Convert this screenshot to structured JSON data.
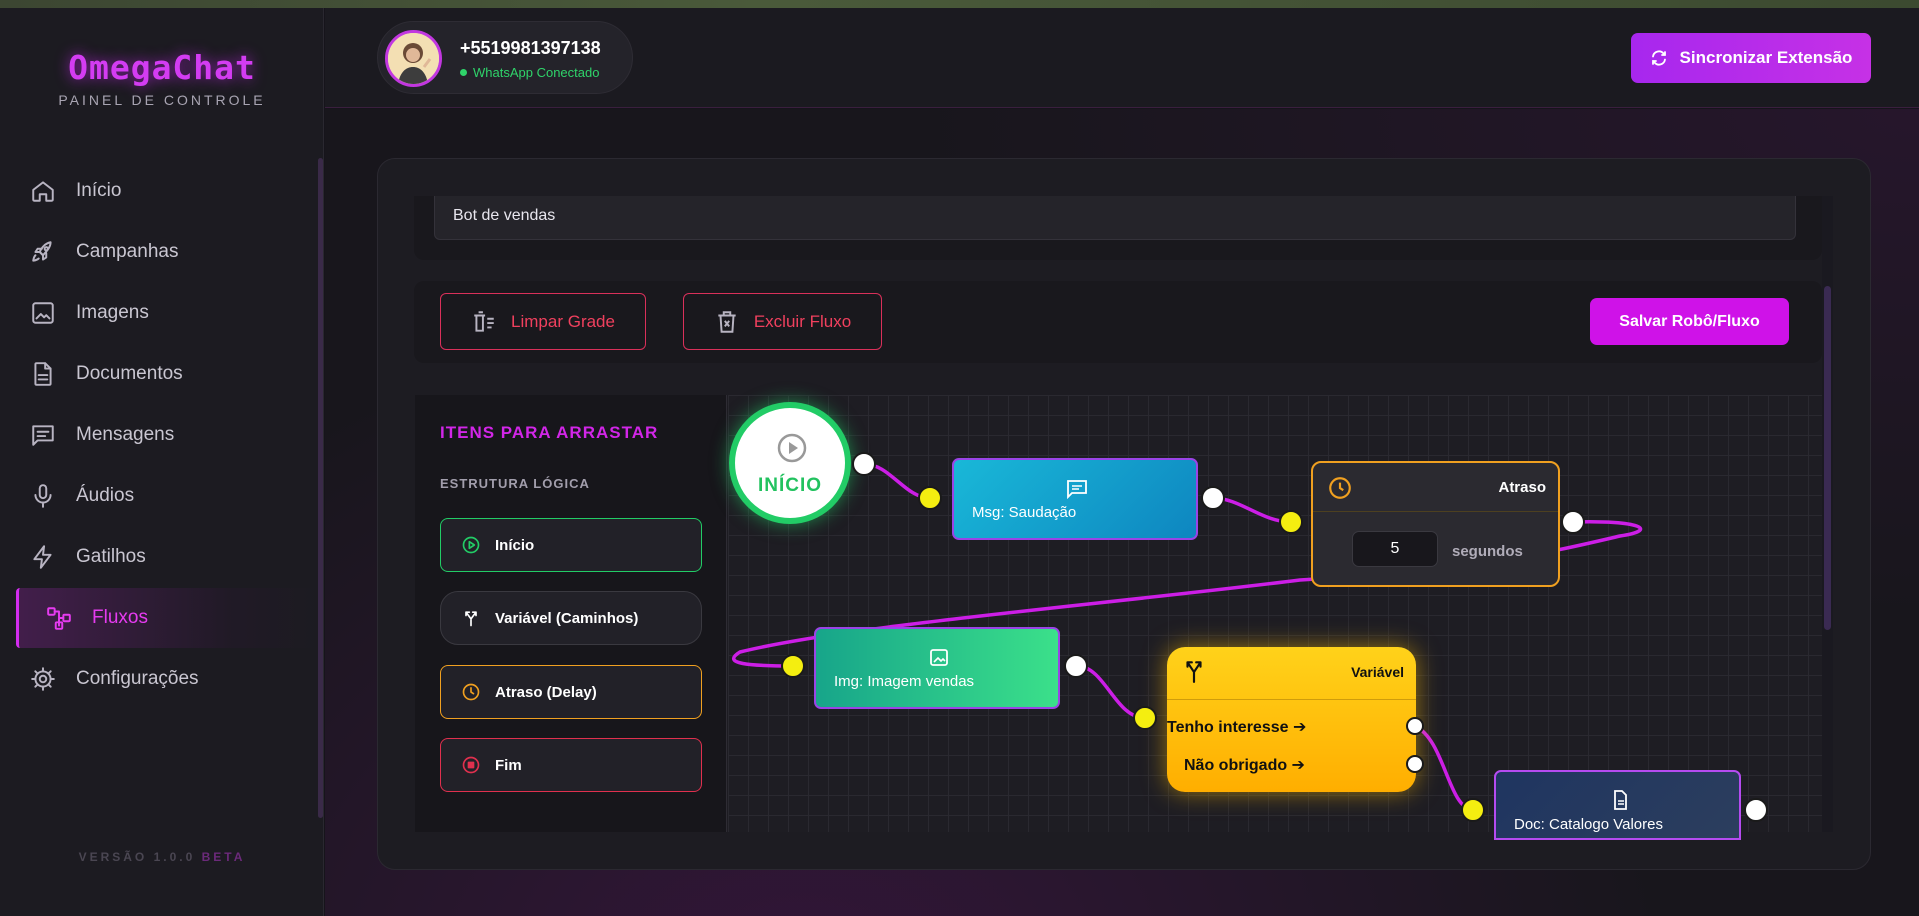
{
  "app": {
    "brand": "OmegaChat",
    "subtitle": "PAINEL DE CONTROLE",
    "version": "VERSÃO 1.0.0",
    "version_tag": "BETA",
    "accent": "#cf12e8"
  },
  "sidebar": {
    "items": [
      {
        "label": "Início",
        "icon": "home-icon",
        "active": false
      },
      {
        "label": "Campanhas",
        "icon": "rocket-icon",
        "active": false
      },
      {
        "label": "Imagens",
        "icon": "image-icon",
        "active": false
      },
      {
        "label": "Documentos",
        "icon": "document-icon",
        "active": false
      },
      {
        "label": "Mensagens",
        "icon": "message-icon",
        "active": false
      },
      {
        "label": "Áudios",
        "icon": "microphone-icon",
        "active": false
      },
      {
        "label": "Gatilhos",
        "icon": "bolt-icon",
        "active": false
      },
      {
        "label": "Fluxos",
        "icon": "flow-icon",
        "active": true
      },
      {
        "label": "Configurações",
        "icon": "gear-icon",
        "active": false
      }
    ]
  },
  "header": {
    "phone": "+5519981397138",
    "status": "WhatsApp Conectado",
    "status_color": "#2fd36a",
    "sync_label": "Sincronizar Extensão"
  },
  "flow": {
    "name_value": "Bot de vendas",
    "clear_label": "Limpar Grade",
    "delete_label": "Excluir Fluxo",
    "save_label": "Salvar Robô/Fluxo"
  },
  "palette": {
    "title": "ITENS PARA ARRASTAR",
    "section": "ESTRUTURA LÓGICA",
    "items": [
      {
        "label": "Início",
        "icon": "play-circle-icon",
        "color": "#22cc66"
      },
      {
        "label": "Variável (Caminhos)",
        "icon": "branch-icon",
        "color": "#3a3940"
      },
      {
        "label": "Atraso (Delay)",
        "icon": "clock-icon",
        "color": "#f0a020"
      },
      {
        "label": "Fim",
        "icon": "stop-circle-icon",
        "color": "#e0304e"
      }
    ]
  },
  "nodes": {
    "start": {
      "label": "INÍCIO"
    },
    "message": {
      "label": "Msg: Saudação"
    },
    "delay": {
      "title": "Atraso",
      "value": "5",
      "unit": "segundos"
    },
    "image": {
      "label": "Img: Imagem vendas"
    },
    "variable": {
      "title": "Variável",
      "option1": "Tenho interesse ➔",
      "option2": "Não obrigado ➔"
    },
    "document": {
      "label": "Doc: Catalogo Valores"
    }
  }
}
